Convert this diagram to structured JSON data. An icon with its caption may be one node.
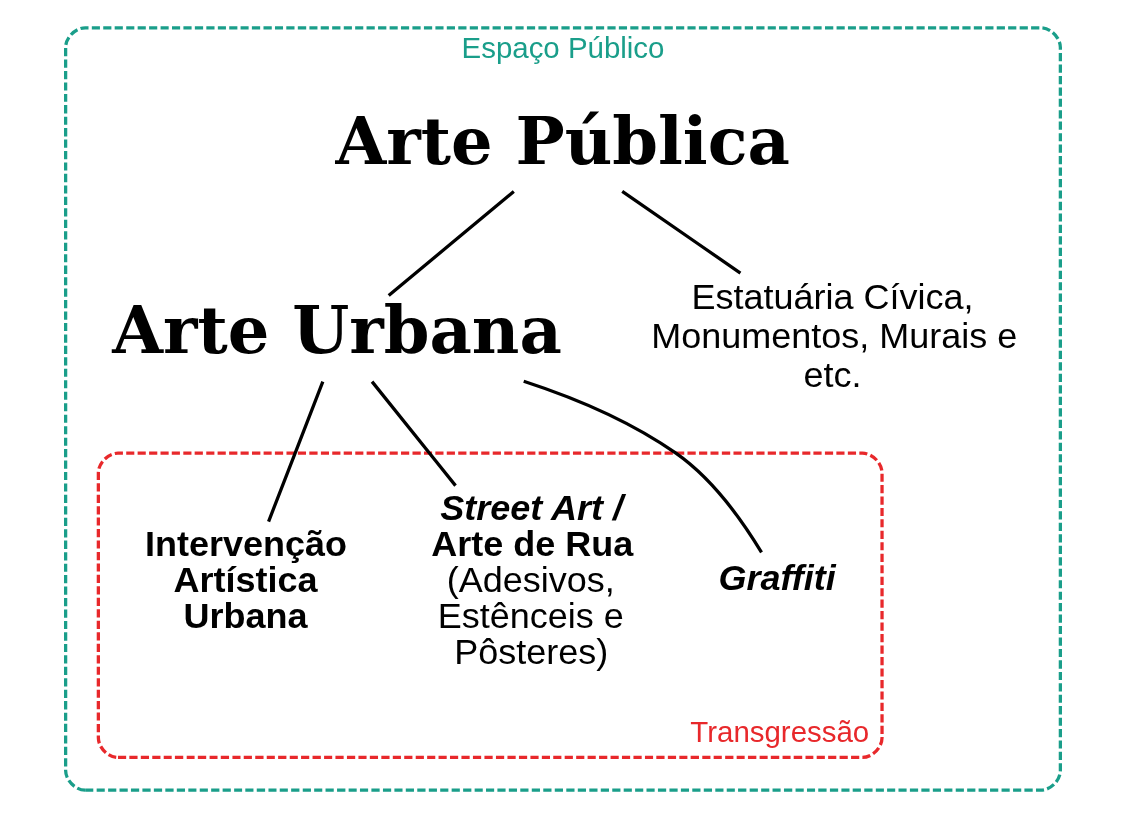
{
  "diagram": {
    "nodes": [
      {
        "text": [
          "Espaço Público"
        ]
      },
      {
        "text": [
          "Arte Pública"
        ],
        "in": 0
      },
      {
        "text": [
          "Arte Urbana"
        ],
        "in": 0
      },
      {
        "text": [
          "Estatuária Cívica, Monumentos, Murais e etc."
        ],
        "in": 0
      },
      {
        "text": [
          "Transgressão"
        ],
        "in": 0
      },
      {
        "text": [
          "*Graffiti*"
        ],
        "in": 4
      },
      {
        "text": [
          "*Street Art /* Arte de Rua",
          "(Adesivos, Estênceis e Pôsteres)"
        ],
        "in": 4
      },
      {
        "text": [
          "Intervenção Artística Urbana"
        ],
        "in": 4
      }
    ],
    "edges": [
      {
        "from": 1,
        "to": 3,
        "arrow": "none"
      },
      {
        "from": 1,
        "to": 2,
        "arrow": "none"
      },
      {
        "from": 2,
        "to": 5,
        "arrow": "none"
      },
      {
        "from": 2,
        "to": 6,
        "arrow": "none"
      },
      {
        "from": 2,
        "to": 7,
        "arrow": "none"
      }
    ]
  }
}
